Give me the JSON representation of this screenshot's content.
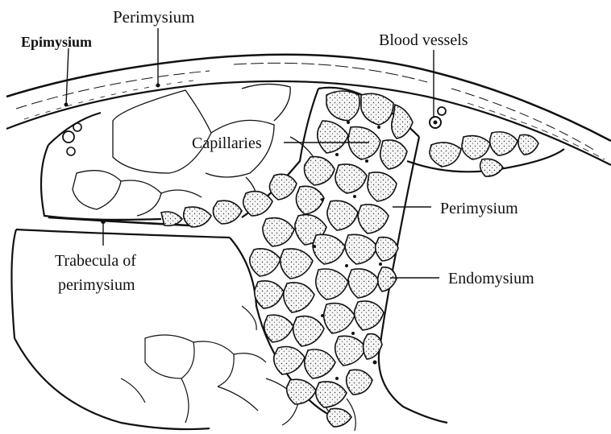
{
  "labels": {
    "epimysium": "Epimysium",
    "perimysium_top": "Perimysium",
    "blood_vessels": "Blood vessels",
    "capillaries": "Capillaries",
    "perimysium_right": "Perimysium",
    "trabecula_line1": "Trabecula of",
    "trabecula_line2": "perimysium",
    "endomysium": "Endomysium"
  },
  "colors": {
    "ink": "#111111",
    "paper": "#ffffff",
    "fiber_fill": "#f3f3f3"
  }
}
